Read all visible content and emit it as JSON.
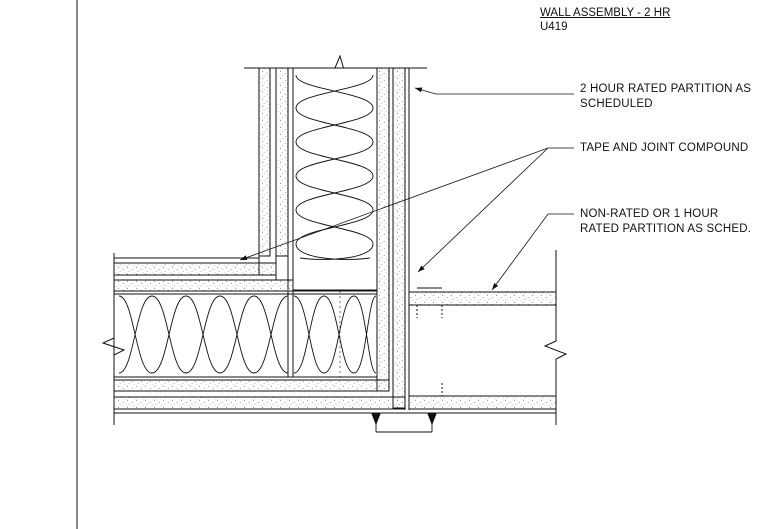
{
  "title_block": {
    "title": "WALL ASSEMBLY  - 2  HR",
    "subtitle": "U419"
  },
  "callouts": [
    {
      "id": "partition-2hr",
      "line1": "2 HOUR RATED PARTITION AS",
      "line2": "SCHEDULED"
    },
    {
      "id": "tape-joint",
      "line1": "TAPE AND JOINT COMPOUND",
      "line2": ""
    },
    {
      "id": "non-rated",
      "line1": "NON-RATED OR 1 HOUR",
      "line2": "RATED PARTITION AS SCHED."
    }
  ],
  "colors": {
    "line": "#111111",
    "stipple": "#555555",
    "background": "#ffffff"
  }
}
